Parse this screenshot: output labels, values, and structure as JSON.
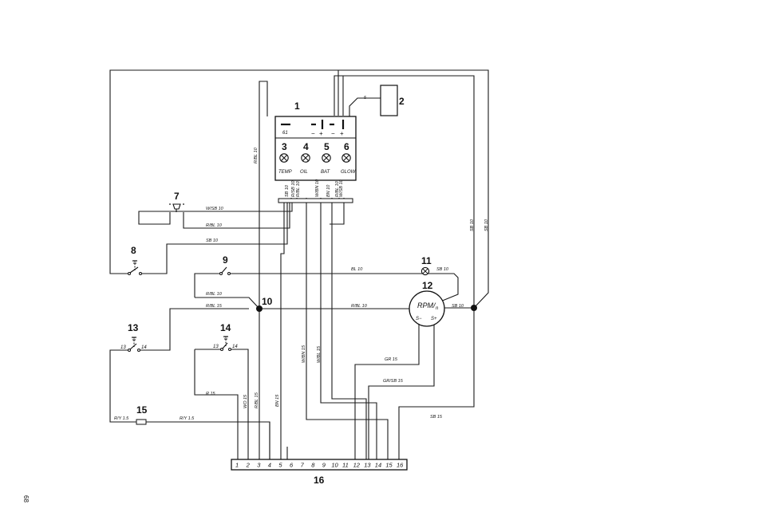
{
  "page_number": "68",
  "component_numbers": {
    "c1": "1",
    "c2": "2",
    "c3": "3",
    "c4": "4",
    "c5": "5",
    "c6": "6",
    "c7": "7",
    "c8": "8",
    "c9": "9",
    "c10": "10",
    "c11": "11",
    "c12": "12",
    "c13": "13",
    "c14": "14",
    "c15": "15",
    "c16": "16"
  },
  "panel": {
    "terminal_61": "61",
    "lamps": [
      "TEMP",
      "OIL",
      "BAT",
      "GLOW"
    ],
    "signs": [
      "−",
      "+",
      "−",
      "+"
    ]
  },
  "tachometer": {
    "label": "RPM/",
    "sub": "n",
    "s_minus": "S−",
    "s_plus": "S+"
  },
  "switch_terminals": {
    "a": "13",
    "b": "14"
  },
  "connector_pins": [
    "1",
    "2",
    "3",
    "4",
    "5",
    "6",
    "7",
    "8",
    "9",
    "10",
    "11",
    "12",
    "13",
    "14",
    "15",
    "16"
  ],
  "header_wire_codes": [
    "SB 10",
    "R/SB 10",
    "R/BL 10",
    "W/BN 10",
    "BN 10",
    "R/BL 10",
    "W/SB 10"
  ],
  "wire_labels": {
    "w_sb_10_c7": "W/SB 10",
    "r_bl_10_c7": "R/BL 10",
    "sb_10_c8": "SB 10",
    "bl_10": "BL 10",
    "sb_10_c11": "SB 10",
    "r_bl_10_c9": "R/BL 10",
    "r_bl_15": "R/BL 15",
    "r_bl_10_mid": "R/BL 10",
    "sb_10_c12": "SB 10",
    "r_bl_10_left": "R/BL 10",
    "sb_10_right1": "SB 10",
    "sb_10_right2": "SB 10",
    "w_bn_15": "W/BN 15",
    "w_bl_15": "W/BL 15",
    "gr_15": "GR 15",
    "gr_sb_15": "GR/SB 15",
    "sb_15": "SB 15",
    "r_15": "R 15",
    "wo_15": "WO 15",
    "r_bl_15_v": "R/BL 15",
    "bn_15": "BN 15",
    "r_y_15_a": "R/Y 1.5",
    "r_y_15_b": "R/Y 1.5",
    "five_wire": "5"
  }
}
